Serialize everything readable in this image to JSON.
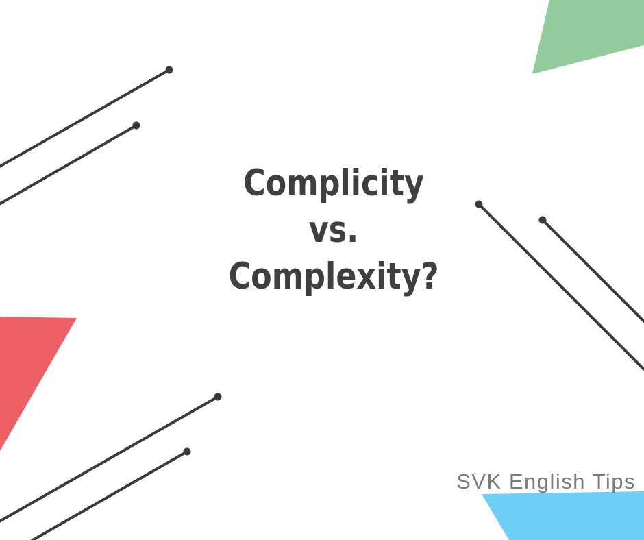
{
  "poster": {
    "title_line1": "Complicity",
    "title_line2": "vs.",
    "title_line3": "Complexity?",
    "brand": "SVK English Tips"
  },
  "colors": {
    "background": "#FFFFFF",
    "title_text": "#3F3F42",
    "brand_text": "#7B7B7D",
    "accent_line": "#3A3A3C",
    "green_shape": "#92CB9C",
    "red_shape": "#EE5F66",
    "blue_shape": "#6CCFF3"
  }
}
